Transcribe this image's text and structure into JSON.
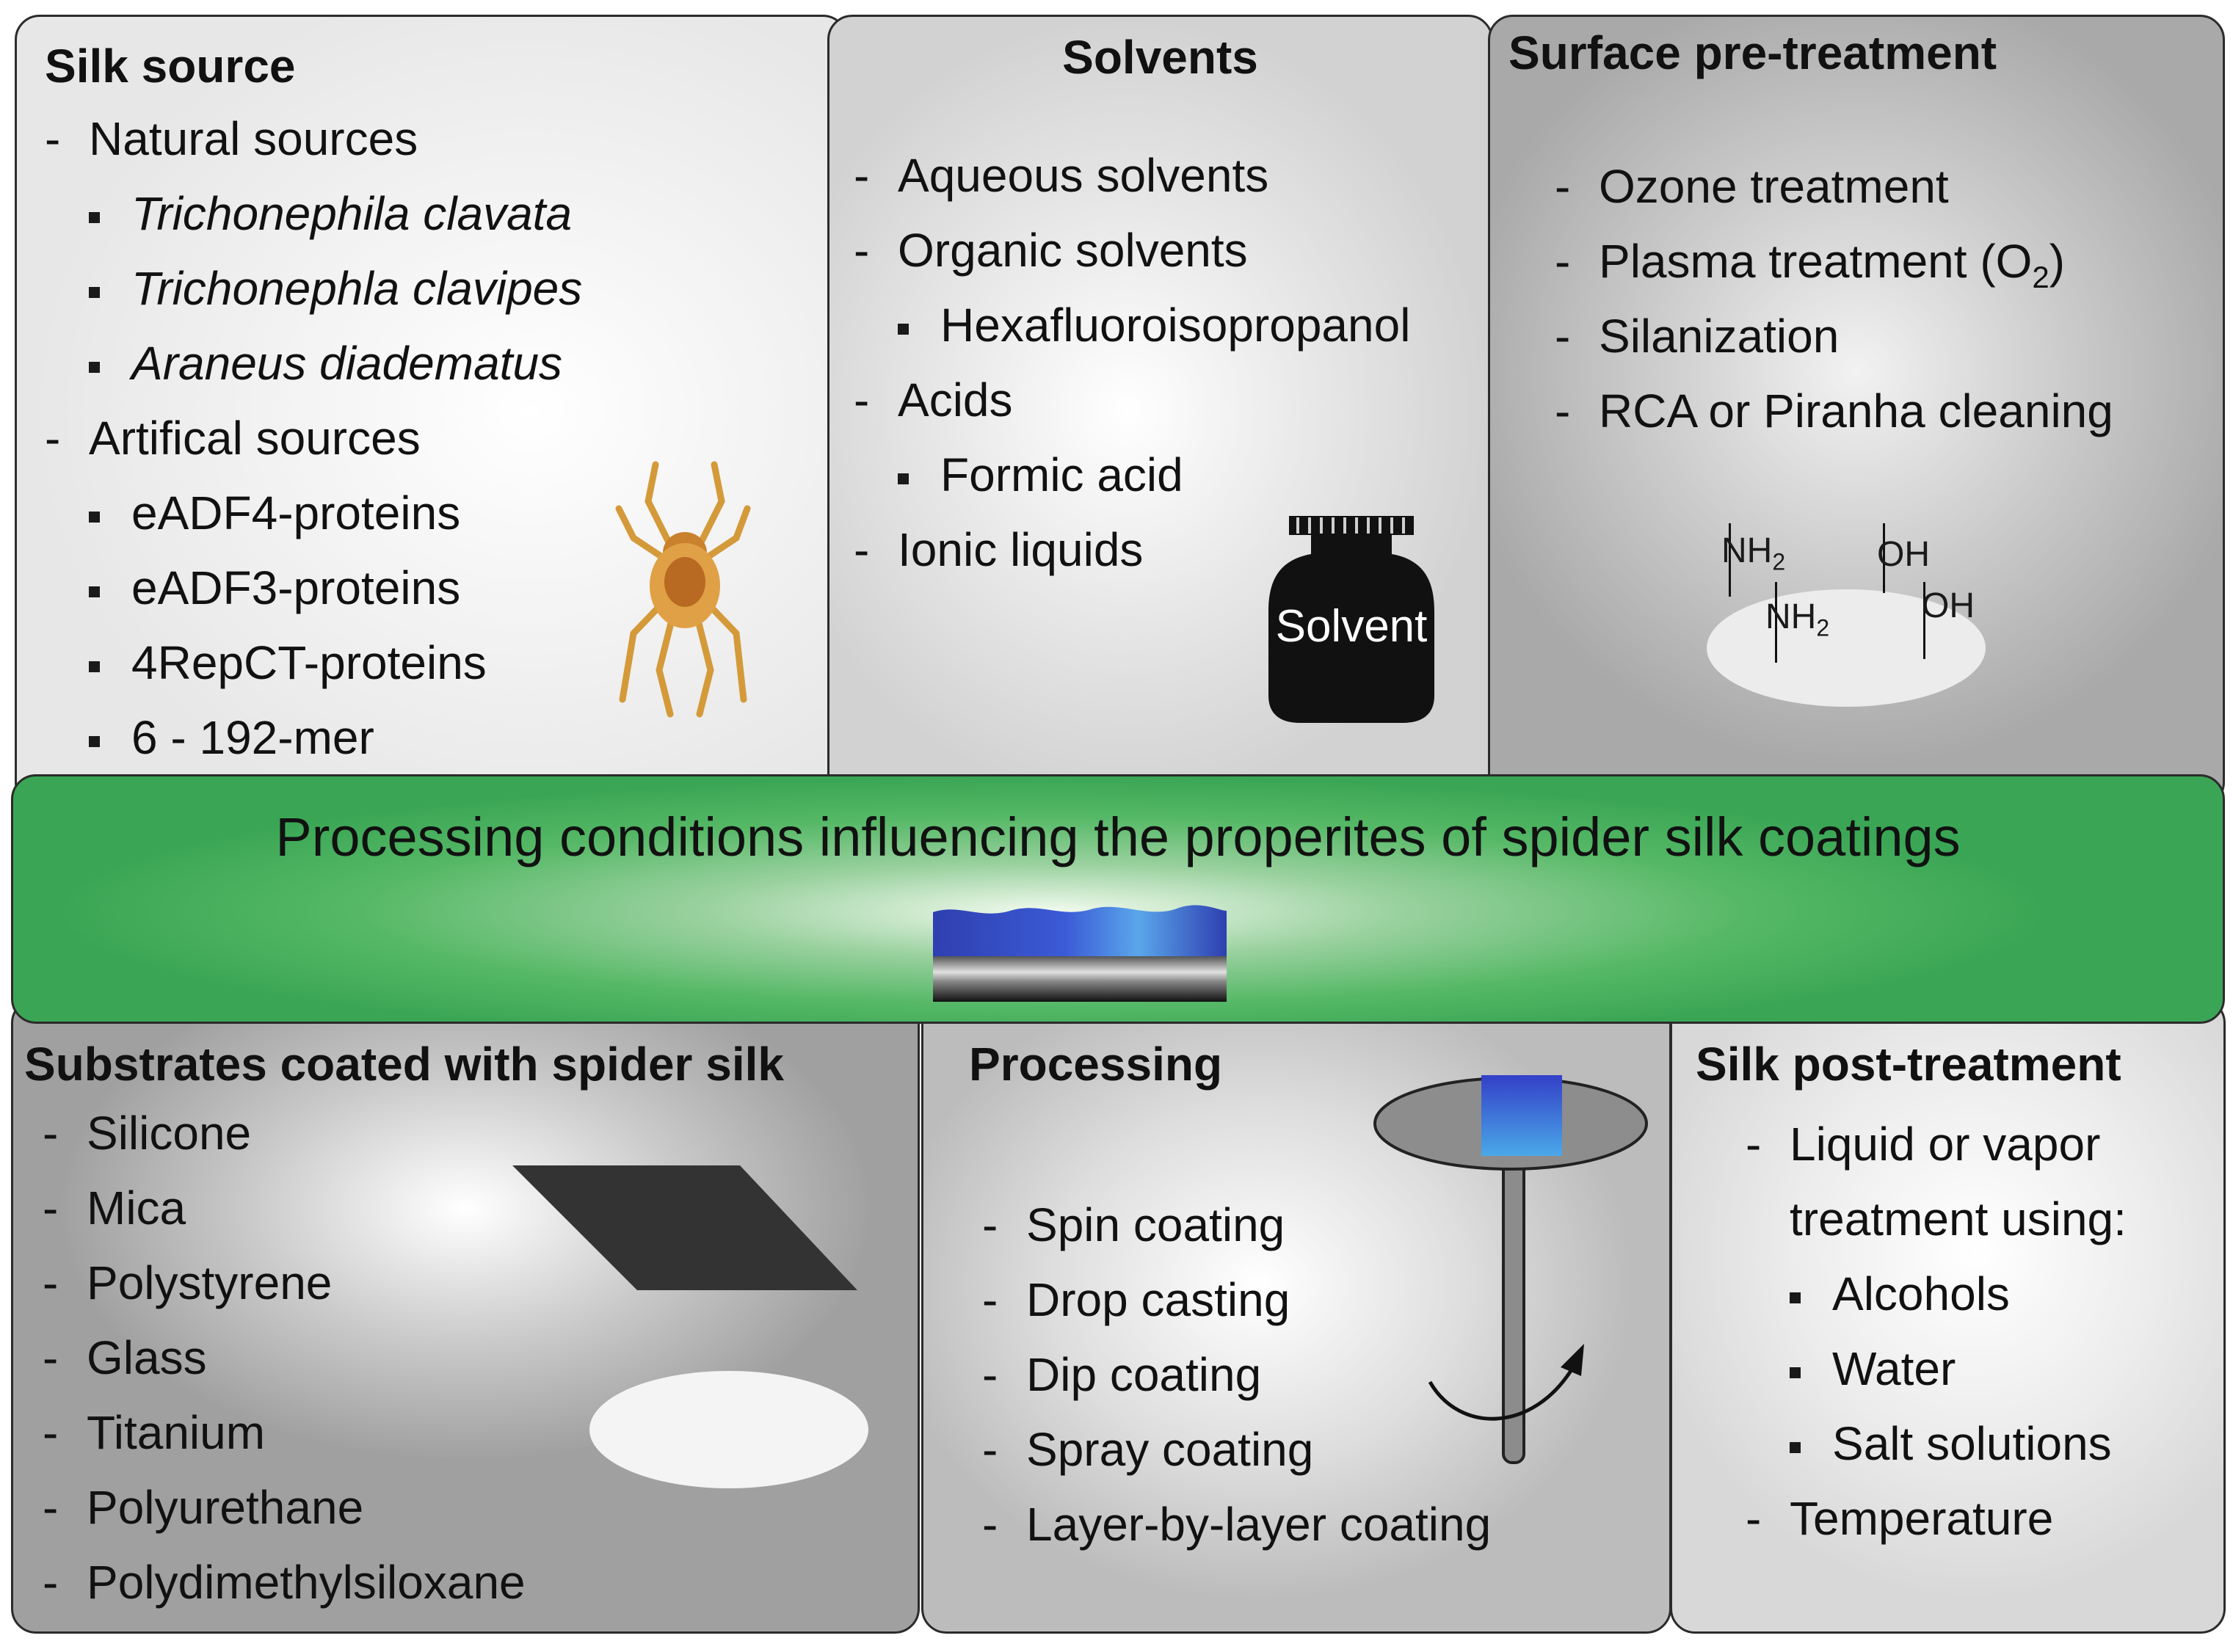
{
  "silk_source": {
    "title": "Silk source",
    "items": [
      {
        "kind": "dash",
        "text": "Natural sources"
      },
      {
        "kind": "sq",
        "italic": true,
        "text": "Trichonephila clavata"
      },
      {
        "kind": "sq",
        "italic": true,
        "text": "Trichonephla clavipes"
      },
      {
        "kind": "sq",
        "italic": true,
        "text": "Araneus diadematus"
      },
      {
        "kind": "dash",
        "text": "Artifical sources"
      },
      {
        "kind": "sq",
        "text": "eADF4-proteins"
      },
      {
        "kind": "sq",
        "text": "eADF3-proteins"
      },
      {
        "kind": "sq",
        "text": "4RepCT-proteins"
      },
      {
        "kind": "sq",
        "text": "6 - 192-mer"
      }
    ],
    "icon": "spider-icon"
  },
  "solvents": {
    "title": "Solvents",
    "items": [
      {
        "kind": "dash",
        "text": "Aqueous solvents"
      },
      {
        "kind": "dash",
        "text": "Organic solvents"
      },
      {
        "kind": "sq",
        "text": "Hexafluoroisopropanol"
      },
      {
        "kind": "dash",
        "text": "Acids"
      },
      {
        "kind": "sq",
        "text": "Formic acid"
      },
      {
        "kind": "dash",
        "text": "Ionic liquids"
      }
    ],
    "bottle_label": "Solvent"
  },
  "surface_pretreatment": {
    "title": "Surface pre-treatment",
    "items": [
      {
        "kind": "dash",
        "text": "Ozone treatment"
      },
      {
        "kind": "dash",
        "text": "Plasma treatment (O",
        "sub": "2",
        "after": ")"
      },
      {
        "kind": "dash",
        "text": "Silanization"
      },
      {
        "kind": "dash",
        "text": "RCA or Piranha cleaning"
      }
    ],
    "groups": {
      "nh_main": "NH",
      "nh_sub": "2",
      "oh": "OH"
    }
  },
  "banner": {
    "title": "Processing conditions influencing the properites of spider silk coatings"
  },
  "substrates": {
    "title": "Substrates coated with spider silk",
    "items": [
      {
        "kind": "dash",
        "text": "Silicone"
      },
      {
        "kind": "dash",
        "text": "Mica"
      },
      {
        "kind": "dash",
        "text": "Polystyrene"
      },
      {
        "kind": "dash",
        "text": "Glass"
      },
      {
        "kind": "dash",
        "text": "Titanium"
      },
      {
        "kind": "dash",
        "text": "Polyurethane"
      },
      {
        "kind": "dash",
        "text": "Polydimethylsiloxane"
      }
    ]
  },
  "processing": {
    "title": "Processing",
    "items": [
      {
        "kind": "dash",
        "text": "Spin coating"
      },
      {
        "kind": "dash",
        "text": "Drop casting"
      },
      {
        "kind": "dash",
        "text": "Dip coating"
      },
      {
        "kind": "dash",
        "text": "Spray coating"
      },
      {
        "kind": "dash",
        "text": "Layer-by-layer coating"
      }
    ]
  },
  "post_treatment": {
    "title": "Silk post-treatment",
    "items": [
      {
        "kind": "dash",
        "text": "Liquid or vapor"
      },
      {
        "kind": "cont",
        "text": "treatment using:"
      },
      {
        "kind": "sq",
        "text": "Alcohols"
      },
      {
        "kind": "sq",
        "text": "Water"
      },
      {
        "kind": "sq",
        "text": "Salt solutions"
      },
      {
        "kind": "dash",
        "text": "Temperature"
      }
    ]
  },
  "colors": {
    "banner": "#55b866",
    "coating": "#3b5bd6",
    "substrate": "#3a3a3a"
  }
}
